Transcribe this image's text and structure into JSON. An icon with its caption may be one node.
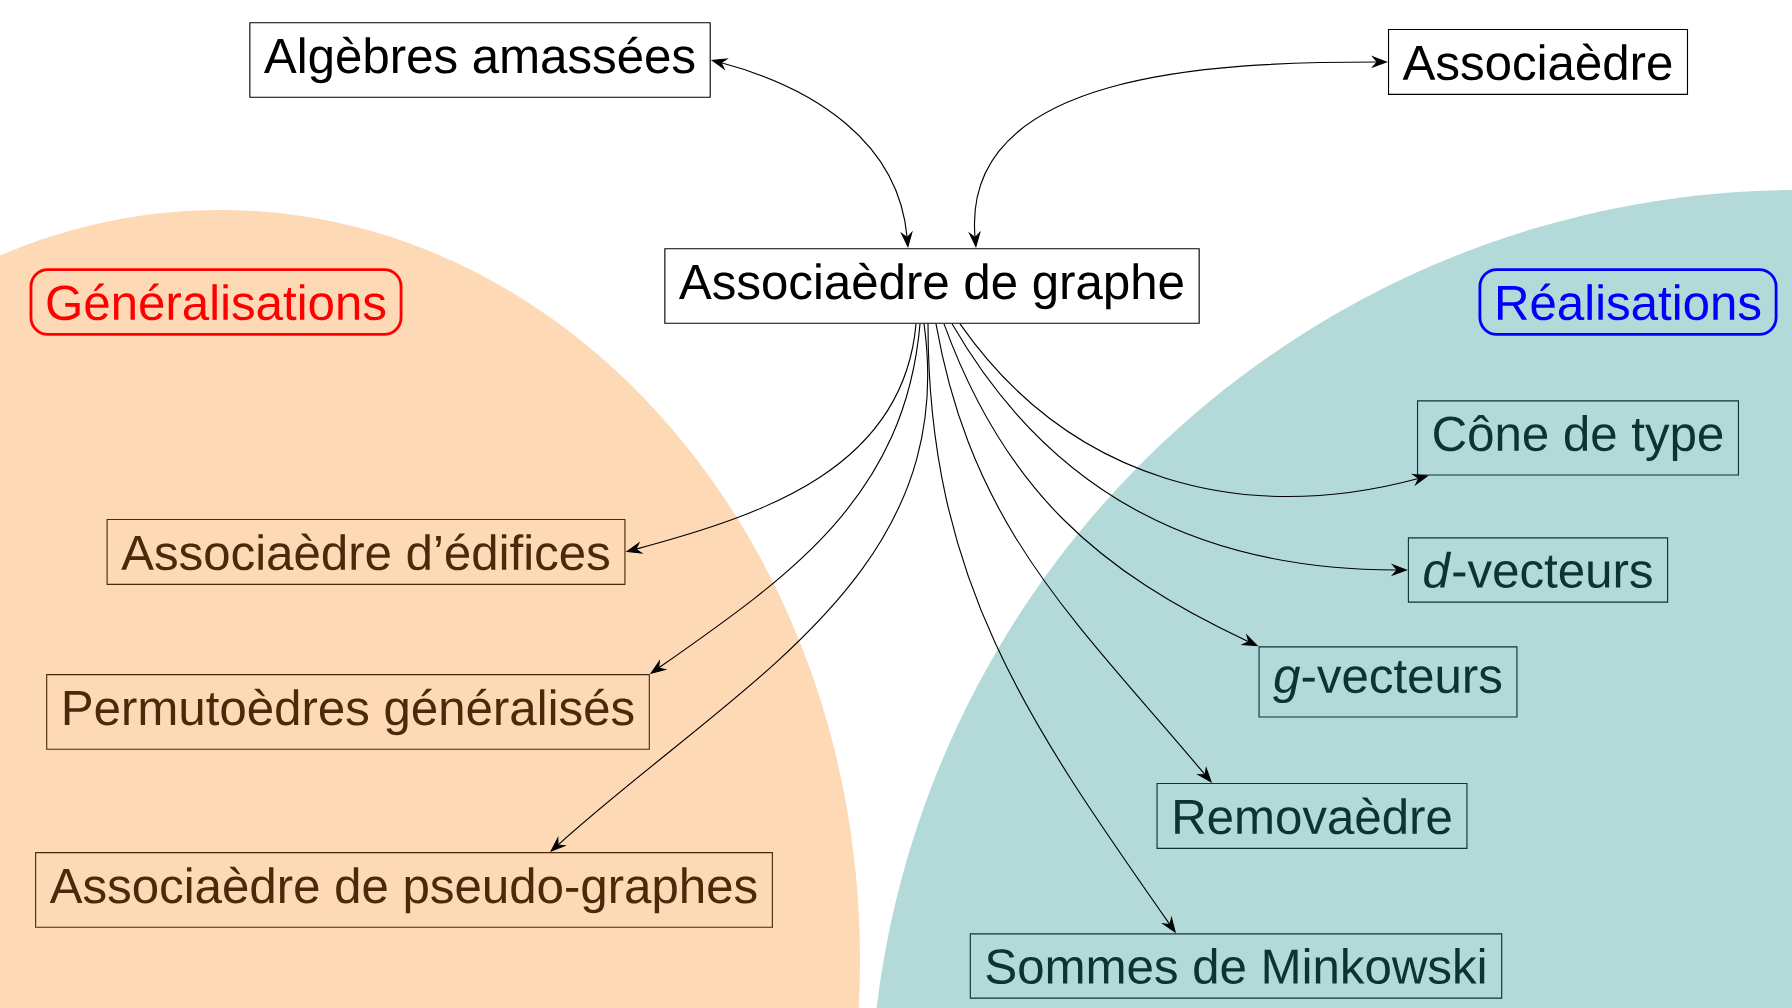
{
  "diagram": {
    "nodes": [
      {
        "text": [
          "Algèbres amassées"
        ]
      },
      {
        "text": [
          "Associaèdre"
        ]
      },
      {
        "text": [
          "Associaèdre de graphe"
        ]
      },
      {
        "text": [
          "Généralisations"
        ]
      },
      {
        "text": [
          "Réalisations"
        ]
      },
      {
        "text": [
          "Associaèdre d’édifices"
        ]
      },
      {
        "text": [
          "Permutoèdres généralisés"
        ]
      },
      {
        "text": [
          "Associaèdre de pseudo-graphes"
        ]
      },
      {
        "text": [
          "Cône de type"
        ]
      },
      {
        "text": [
          "*d*-vecteurs"
        ]
      },
      {
        "text": [
          "*g*-vecteurs"
        ]
      },
      {
        "text": [
          "Removaèdre"
        ]
      },
      {
        "text": [
          "Sommes de Minkowski"
        ]
      }
    ],
    "edges": [
      {
        "from": 0,
        "to": 2,
        "arrow": "both"
      },
      {
        "from": 2,
        "to": 1,
        "arrow": "both"
      },
      {
        "from": 2,
        "to": 5,
        "arrow": "to"
      },
      {
        "from": 2,
        "to": 6,
        "arrow": "to"
      },
      {
        "from": 2,
        "to": 7,
        "arrow": "to"
      },
      {
        "from": 2,
        "to": 8,
        "arrow": "to"
      },
      {
        "from": 2,
        "to": 9,
        "arrow": "to"
      },
      {
        "from": 2,
        "to": 10,
        "arrow": "to"
      },
      {
        "from": 2,
        "to": 11,
        "arrow": "to"
      },
      {
        "from": 2,
        "to": 12,
        "arrow": "to"
      }
    ]
  }
}
